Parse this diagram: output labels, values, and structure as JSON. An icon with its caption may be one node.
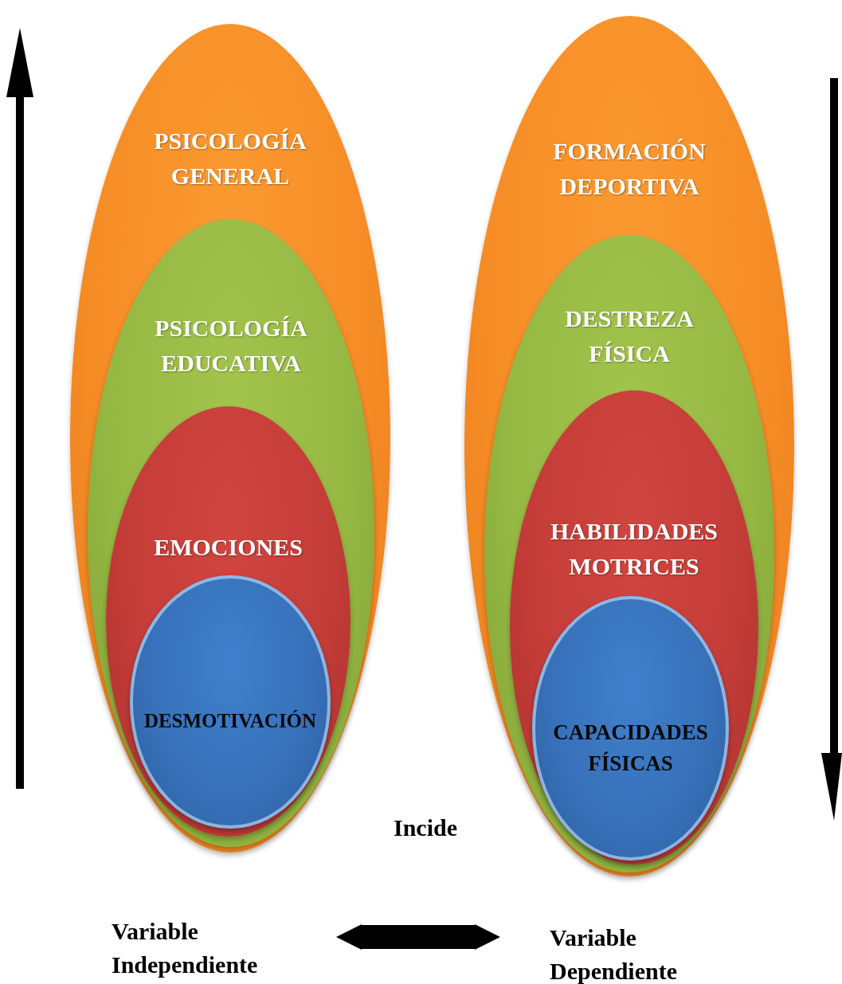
{
  "diagram": {
    "nodes": [
      {
        "text": [
          "PSICOLOGÍA GENERAL"
        ]
      },
      {
        "text": [
          "PSICOLOGÍA EDUCATIVA"
        ],
        "in": 0
      },
      {
        "text": [
          "EMOCIONES"
        ],
        "in": 1
      },
      {
        "text": [
          "DESMOTIVACIÓN"
        ],
        "in": 2
      },
      {
        "text": [
          "FORMACIÓN DEPORTIVA"
        ]
      },
      {
        "text": [
          "DESTREZA FÍSICA"
        ],
        "in": 4
      },
      {
        "text": [
          "HABILIDADES MOTRICES"
        ],
        "in": 5
      },
      {
        "text": [
          "CAPACIDADES FÍSICAS"
        ],
        "in": 6
      },
      {
        "text": [
          "Variable Independiente"
        ]
      },
      {
        "text": [
          "Variable Dependiente"
        ]
      }
    ],
    "edges": [
      {
        "from": 8,
        "to": 9,
        "arrow": "both"
      }
    ],
    "labels": [
      "Incide"
    ]
  }
}
